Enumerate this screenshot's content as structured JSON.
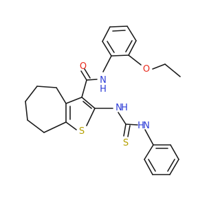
{
  "molecule": {
    "atoms": {
      "O_amide": "O",
      "N_amide": "N",
      "H_amide": "H",
      "O_ether": "O",
      "S_ring": "S",
      "N_thio": "N",
      "H_thio": "H",
      "S_thione": "S",
      "N_anil": "N",
      "H_anil": "H"
    },
    "colors": {
      "bond": "#1a1a1a",
      "oxygen": "#e8291c",
      "nitrogen": "#2b3bd6",
      "sulfur": "#b5a000",
      "hydrogen": "#2b3bd6"
    }
  }
}
